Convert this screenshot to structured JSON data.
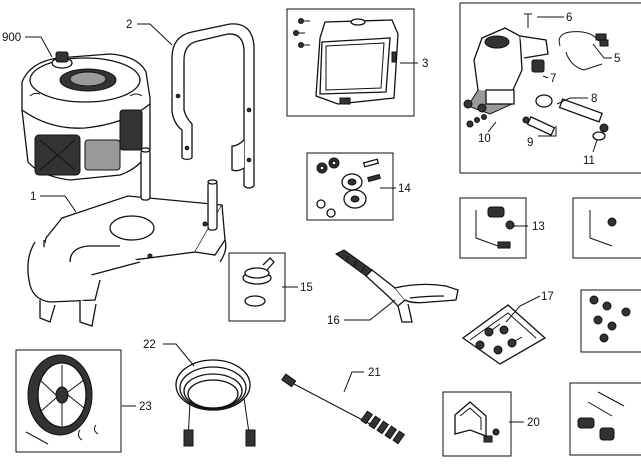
{
  "labels": {
    "p900": "900",
    "p1": "1",
    "p2": "2",
    "p3": "3",
    "p5": "5",
    "p6": "6",
    "p7": "7",
    "p8": "8",
    "p9": "9",
    "p10": "10",
    "p11": "11",
    "p13": "13",
    "p14": "14",
    "p15": "15",
    "p16": "16",
    "p17": "17",
    "p20": "20",
    "p21": "21",
    "p22": "22",
    "p23": "23"
  }
}
